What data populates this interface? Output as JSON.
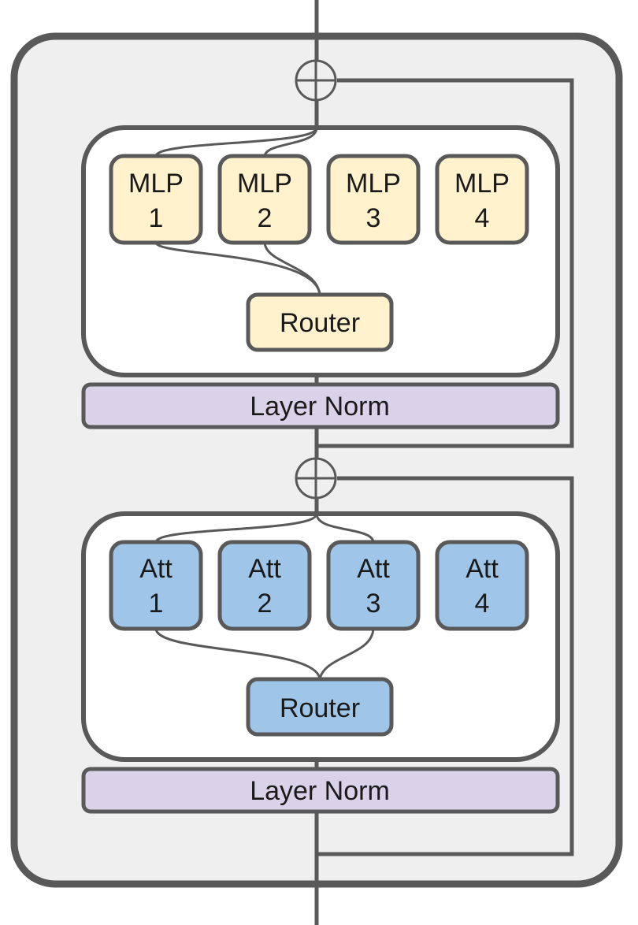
{
  "colors": {
    "frame_stroke": "#595959",
    "frame_fill": "#efefef",
    "moe_block_fill": "#ffffff",
    "mlp_fill": "#fff2cc",
    "att_fill": "#9fc5e8",
    "layer_norm_fill": "#d9d2e9"
  },
  "mlp_block": {
    "experts": [
      {
        "line1": "MLP",
        "line2": "1"
      },
      {
        "line1": "MLP",
        "line2": "2"
      },
      {
        "line1": "MLP",
        "line2": "3"
      },
      {
        "line1": "MLP",
        "line2": "4"
      }
    ],
    "router_label": "Router",
    "layer_norm_label": "Layer Norm"
  },
  "att_block": {
    "experts": [
      {
        "line1": "Att",
        "line2": "1"
      },
      {
        "line1": "Att",
        "line2": "2"
      },
      {
        "line1": "Att",
        "line2": "3"
      },
      {
        "line1": "Att",
        "line2": "4"
      }
    ],
    "router_label": "Router",
    "layer_norm_label": "Layer Norm"
  }
}
